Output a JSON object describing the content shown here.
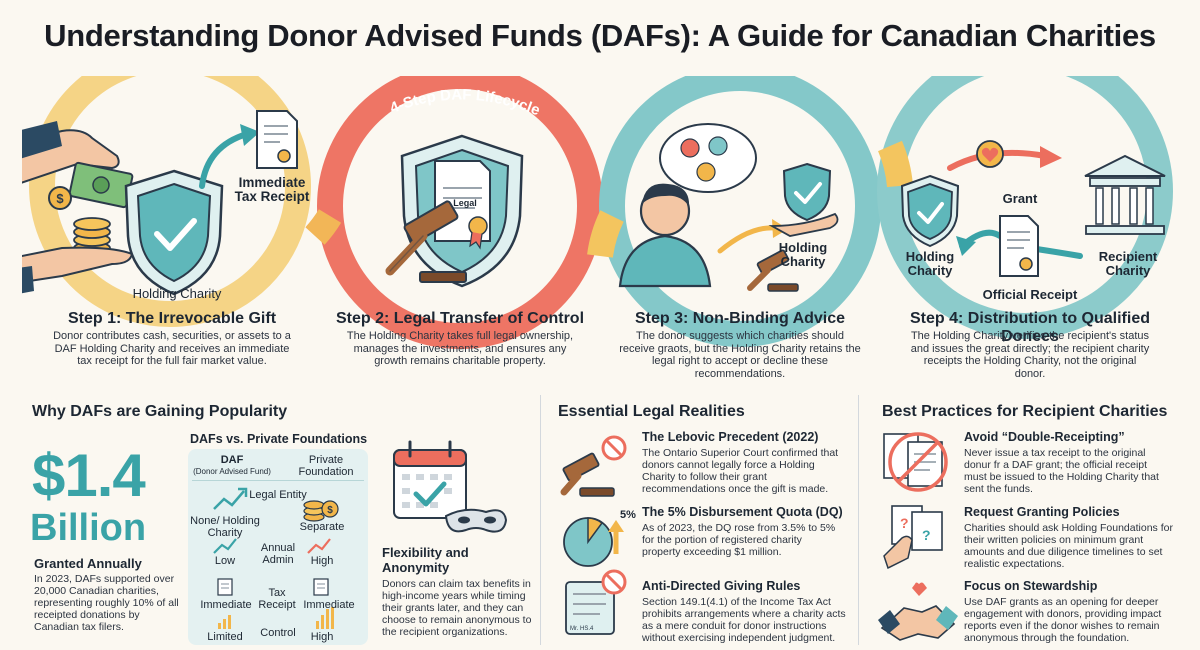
{
  "title": "Understanding Donor Advised Funds (DAFs): A Guide for Canadian Charities",
  "lifecycle": {
    "label": "4-Step DAF Lifecycle",
    "colors": {
      "gold": "#f2c55f",
      "coral": "#ec6e5e",
      "teal": "#7fc6c8",
      "navy": "#2b4a63"
    },
    "steps": [
      {
        "title": "Step 1: The Irrevocable Gift",
        "desc": "Donor contributes cash, securities, or assets to a DAF Holding Charity and receives an immediate tax receipt for the full fair market value.",
        "labels": {
          "receipt": "Immediate Tax Receipt",
          "charity": "Holding Charity"
        }
      },
      {
        "title": "Step 2: Legal Transfer of Control",
        "desc": "The Holding Charity takes full legal ownership, manages the investments, and ensures any growth remains charitable property.",
        "labels": {
          "legal": "Legal"
        }
      },
      {
        "title": "Step 3: Non-Binding Advice",
        "desc": "The donor suggests which charities should receive graots, but the Holding Charity retains the legal right to accept or decline these recommendations.",
        "labels": {
          "charity": "Holding Charity"
        }
      },
      {
        "title": "Step 4: Distribution to Qualified Donees",
        "desc": "The Holding Charity verifies the recipient's status and issues the great directly; the recipient charity receipts the Holding Charity, not the original donor.",
        "labels": {
          "grant": "Grant",
          "holding": "Holding Charity",
          "recipient": "Recipient Charity",
          "receipt": "Official Receipt"
        }
      }
    ]
  },
  "popularity": {
    "title": "Why DAFs are Gaining Popularity",
    "amount": "$1.4",
    "unit": "Billion",
    "granted": "Granted Annually",
    "desc": "In 2023, DAFs supported over 20,000 Canadian charities, representing roughly 10% of all receipted donations by Canadian tax filers.",
    "comparison": {
      "title": "DAFs vs. Private Foundations",
      "head_daf": "DAF",
      "head_daf_sub": "(Donor Advised Fund)",
      "head_pf": "Private Foundation",
      "rows": [
        {
          "left": "None/ Holding Charity",
          "mid": "Legal Entity",
          "right": "Separate"
        },
        {
          "left": "Low",
          "mid": "Annual Admin",
          "right": "High"
        },
        {
          "left": "Immediate",
          "mid": "Tax Receipt",
          "right": "Immediate"
        },
        {
          "left": "Limited",
          "mid": "Control",
          "right": "High"
        }
      ]
    },
    "flex_title": "Flexibility and Anonymity",
    "flex_desc": "Donors can claim tax benefits in high-income years while timing their grants later, and they can choose to remain anonymous to the recipient organizations."
  },
  "legal": {
    "title": "Essential Legal Realities",
    "items": [
      {
        "title": "The Lebovic Precedent (2022)",
        "desc": "The Ontario Superior Court confirmed that donors cannot legally force a Holding Charity to follow their grant recommendations once the gift is made."
      },
      {
        "title": "The 5% Disbursement Quota (DQ)",
        "desc": "As of 2023, the DQ rose from 3.5% to 5% for the portion of registered charity property exceeding $1 million.",
        "icon_text": "5%"
      },
      {
        "title": "Anti-Directed Giving Rules",
        "desc": "Section 149.1(4.1) of the Income Tax Act prohibits arrangements where a charity acts as a mere conduit for donor instructions without exercising independent judgment.",
        "icon_text": "Mr. HS.4"
      }
    ]
  },
  "practices": {
    "title": "Best Practices for Recipient Charities",
    "items": [
      {
        "title": "Avoid “Double-Receipting”",
        "desc": "Never issue a tax receipt to the original donur fr a DAF grant; the official receipt must be issued to the Holding Charity that sent the funds."
      },
      {
        "title": "Request Granting Policies",
        "desc": "Charities should ask Holding Foundations for their written policies on minimum grant amounts and due diligence timelines to set realistic expectations."
      },
      {
        "title": "Focus on Stewardship",
        "desc": "Use DAF grants as an opening for deeper engagement with donors, providing impact reports even if the donor wishes to remain anonymous through the foundation."
      }
    ]
  }
}
